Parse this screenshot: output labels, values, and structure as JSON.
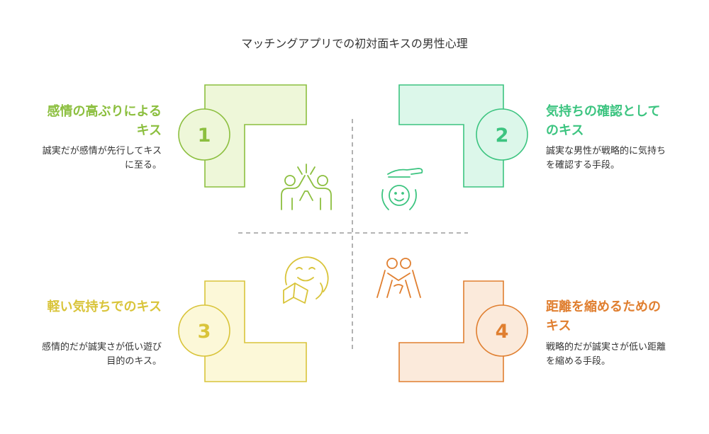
{
  "title": "マッチングアプリでの初対面キスの男性心理",
  "quadrants": [
    {
      "number": "1",
      "heading": "感情の高ぶりによるキス",
      "description": "誠実だが感情が先行してキスに至る。",
      "color": "#8cbf3f",
      "fill": "#eef7d9",
      "icon": "high-five-icon"
    },
    {
      "number": "2",
      "heading": "気持ちの確認としてのキス",
      "description": "誠実な男性が戦略的に気持ちを確認する手段。",
      "color": "#3cc480",
      "fill": "#dcf7ea",
      "icon": "caring-hand-icon"
    },
    {
      "number": "3",
      "heading": "軽い気持ちでのキス",
      "description": "感情的だが誠実さが低い遊び目的のキス。",
      "color": "#d9c43a",
      "fill": "#fcf8d8",
      "icon": "happy-reading-icon"
    },
    {
      "number": "4",
      "heading": "距離を縮めるためのキス",
      "description": "戦略的だが誠実さが低い距離を縮める手段。",
      "color": "#e07f30",
      "fill": "#fbeadb",
      "icon": "hugging-icon"
    }
  ]
}
